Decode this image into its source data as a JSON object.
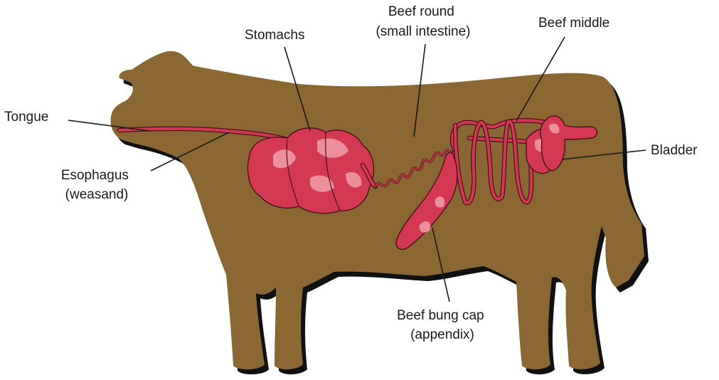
{
  "labels": {
    "tongue": "Tongue",
    "esophagus_line1": "Esophagus",
    "esophagus_line2": "(weasand)",
    "stomachs": "Stomachs",
    "beef_round_line1": "Beef round",
    "beef_round_line2": "(small intestine)",
    "beef_middle": "Beef middle",
    "bladder": "Bladder",
    "bung_cap_line1": "Beef bung cap",
    "bung_cap_line2": "(appendix)"
  },
  "colors": {
    "cow_body": "#8a6733",
    "cow_shadow": "#111111",
    "organ": "#d33a52",
    "organ_highlight": "#ec8f9b",
    "organ_outline": "#4a0f1c",
    "label_text": "#1a1a1a"
  }
}
